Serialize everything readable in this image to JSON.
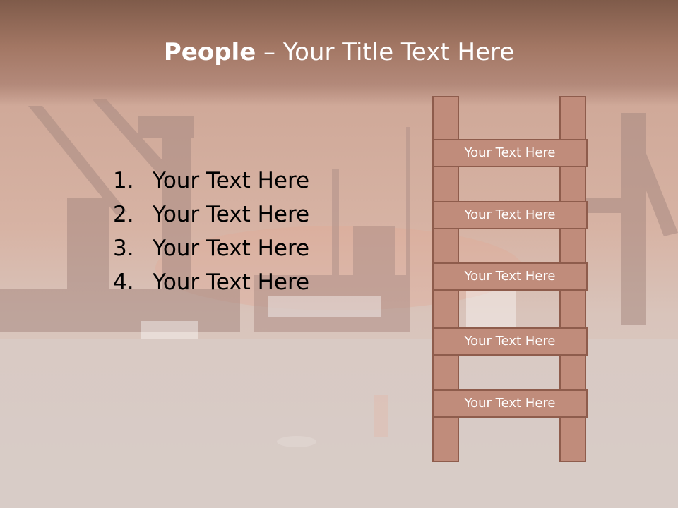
{
  "title": {
    "bold": "People",
    "rest": " – Your Title Text Here"
  },
  "list": [
    {
      "number": "1.",
      "text": "Your Text Here"
    },
    {
      "number": "2.",
      "text": "Your Text Here"
    },
    {
      "number": "3.",
      "text": "Your Text Here"
    },
    {
      "number": "4.",
      "text": "Your Text Here"
    }
  ],
  "ladder": {
    "rungs": [
      {
        "label": "Your Text Here"
      },
      {
        "label": "Your Text Here"
      },
      {
        "label": "Your Text Here"
      },
      {
        "label": "Your Text Here"
      },
      {
        "label": "Your Text Here"
      }
    ]
  },
  "colors": {
    "ladder_fill": "#c08c7b",
    "ladder_stroke": "#8e5c4c",
    "title_band": "#a37764"
  }
}
